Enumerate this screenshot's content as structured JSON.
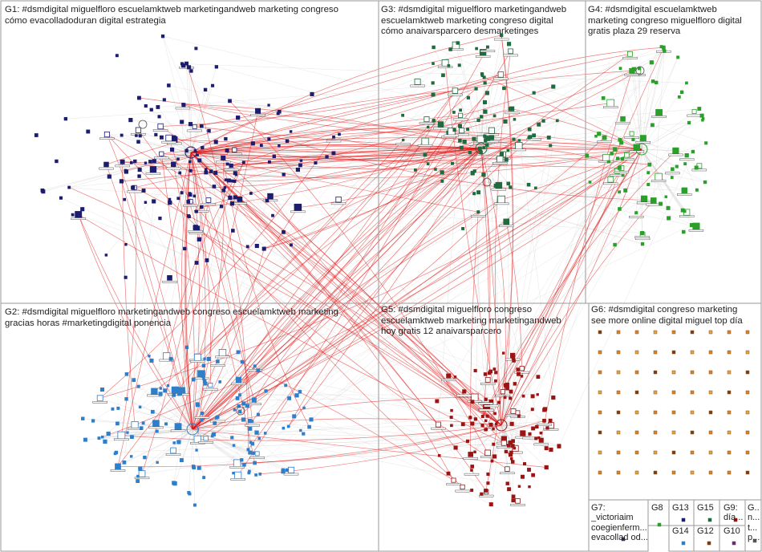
{
  "groups": [
    {
      "id": "g1",
      "label_lines": [
        "G1: #dsmdigital miguelfloro escuelamktweb marketingandweb marketing congreso",
        "cómo evacolladoduran digital estrategia"
      ],
      "color": "#1c1c70"
    },
    {
      "id": "g2",
      "label_lines": [
        "G2: #dsmdigital miguelfloro marketingandweb congreso escuelamktweb marketing",
        "gracias horas #marketingdigital ponencia"
      ],
      "color": "#2f7ec9"
    },
    {
      "id": "g3",
      "label_lines": [
        "G3: #dsmdigital miguelfloro marketingandweb",
        "escuelamktweb marketing congreso digital",
        "cómo anaivarsparcero desmarketinges"
      ],
      "color": "#1f6b3f"
    },
    {
      "id": "g4",
      "label_lines": [
        "G4: #dsmdigital escuelamktweb",
        "marketing congreso miguelfloro digital",
        "gratis plaza 29 reserva"
      ],
      "color": "#2aa02a"
    },
    {
      "id": "g5",
      "label_lines": [
        "G5: #dsmdigital miguelfloro congreso",
        "escuelamktweb marketing marketingandweb",
        "hoy gratis 12 anaivarsparcero"
      ],
      "color": "#9b1414"
    },
    {
      "id": "g6",
      "label_lines": [
        "G6: #dsmdigital congreso marketing",
        "see more online digital miguel top día"
      ],
      "color": "#d9822b"
    },
    {
      "id": "g7",
      "label_lines": [
        "G7:",
        "_victoriaim",
        "coegienferm...",
        "evacollad od..."
      ]
    },
    {
      "id": "g8",
      "label_lines": [
        "G8"
      ]
    },
    {
      "id": "g13",
      "label_lines": [
        "G13"
      ]
    },
    {
      "id": "g15",
      "label_lines": [
        "G15"
      ]
    },
    {
      "id": "g9",
      "label_lines": [
        "G9:",
        "día..."
      ]
    },
    {
      "id": "gx",
      "label_lines": [
        "G...",
        "n...",
        "t...",
        "p..."
      ]
    },
    {
      "id": "g14",
      "label_lines": [
        "G14"
      ]
    },
    {
      "id": "g12",
      "label_lines": [
        "G12"
      ]
    },
    {
      "id": "g10",
      "label_lines": [
        "G10"
      ]
    }
  ],
  "colors": {
    "edge_red": "#e01010",
    "edge_grey": "#c8c8c8",
    "box_border": "#9a9a9a"
  }
}
